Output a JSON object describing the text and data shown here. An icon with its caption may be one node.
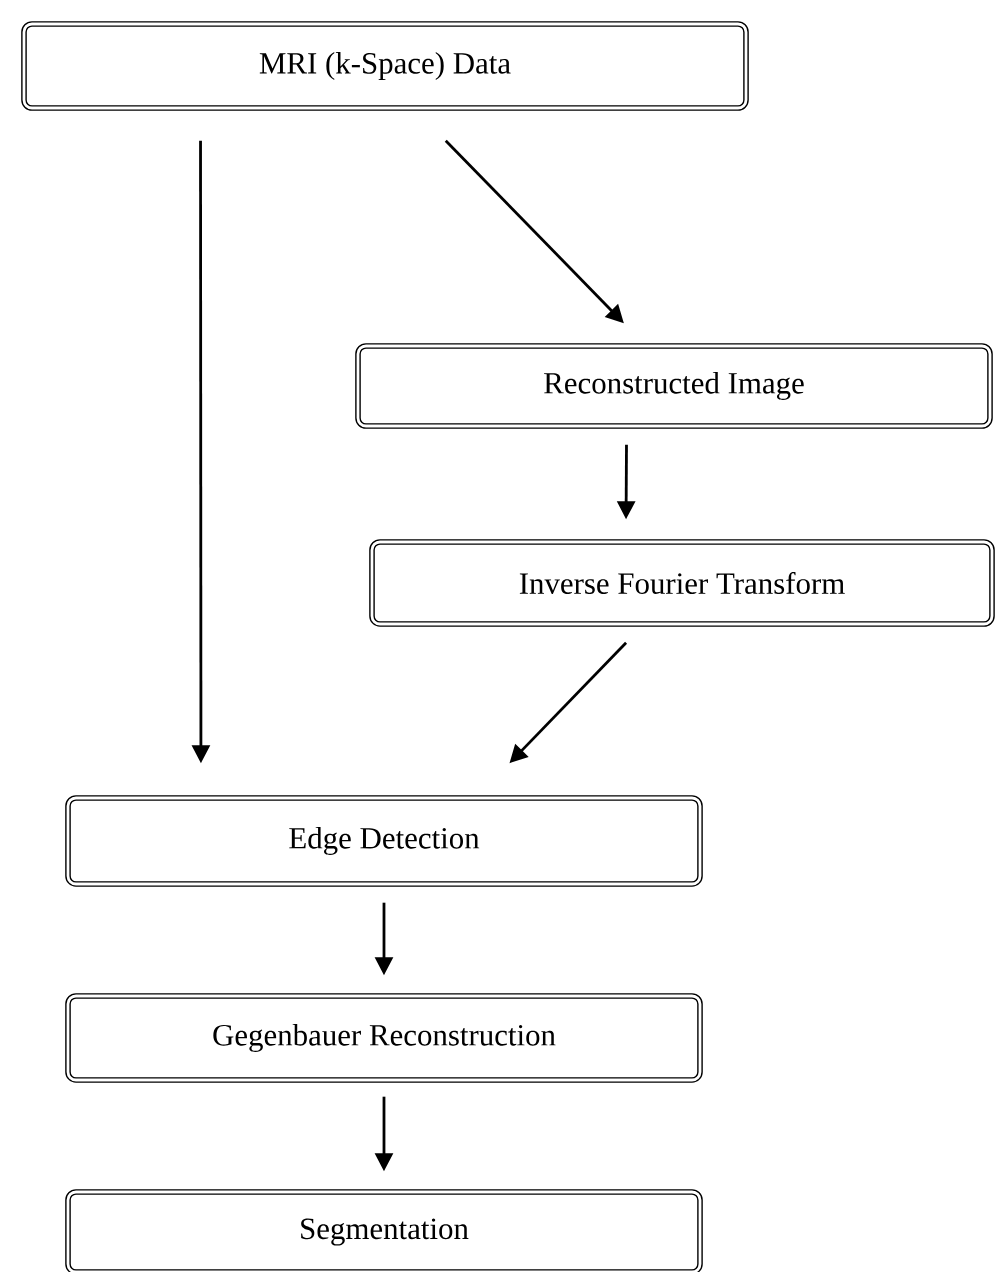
{
  "diagram": {
    "nodes": [
      {
        "text": [
          "MRI (k-Space) Data"
        ]
      },
      {
        "text": [
          "Reconstructed Image"
        ]
      },
      {
        "text": [
          "Inverse Fourier Transform"
        ]
      },
      {
        "text": [
          "Edge Detection"
        ]
      },
      {
        "text": [
          "Gegenbauer Reconstruction"
        ]
      },
      {
        "text": [
          "Segmentation"
        ]
      }
    ],
    "edges": [
      {
        "from": 0,
        "to": 3,
        "arrow": "to"
      },
      {
        "from": 0,
        "to": 1,
        "arrow": "to"
      },
      {
        "from": 1,
        "to": 2,
        "arrow": "to"
      },
      {
        "from": 2,
        "to": 3,
        "arrow": "to"
      },
      {
        "from": 3,
        "to": 4,
        "arrow": "to"
      },
      {
        "from": 4,
        "to": 5,
        "arrow": "to"
      }
    ]
  }
}
